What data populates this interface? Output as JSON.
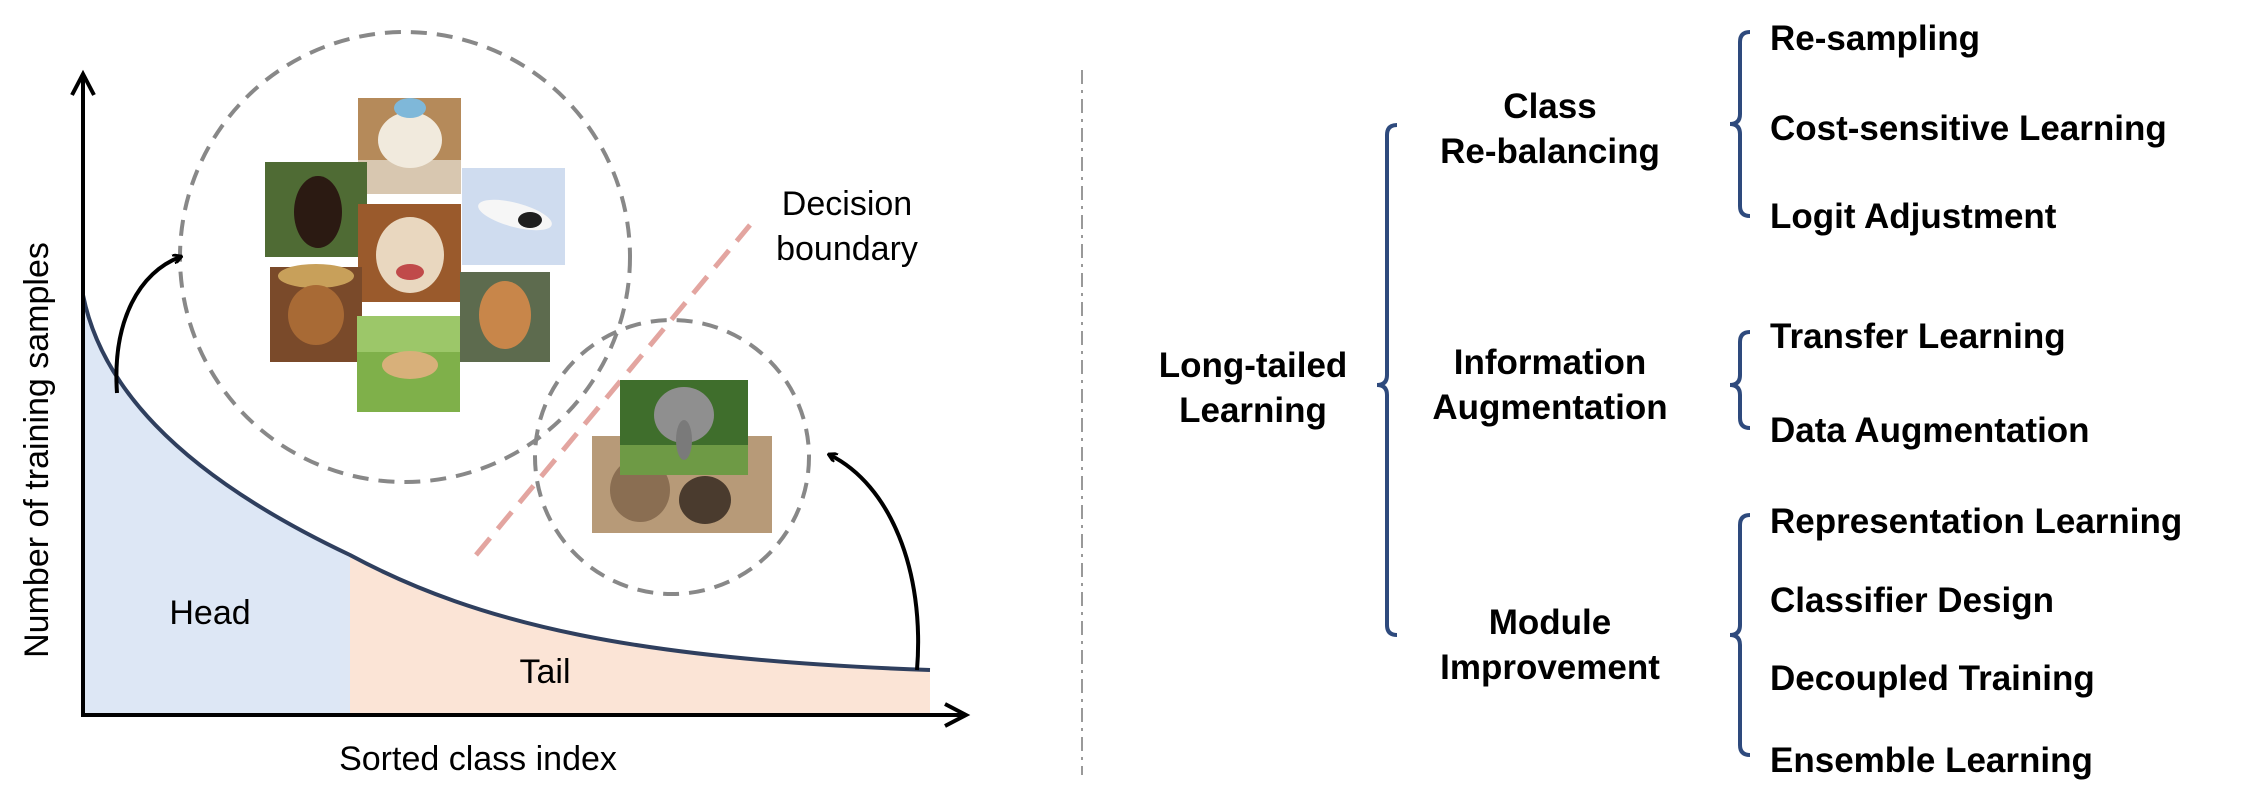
{
  "left_panel": {
    "y_axis_label": "Number of training samples",
    "x_axis_label": "Sorted class index",
    "head_label": "Head",
    "tail_label": "Tail",
    "decision_boundary_line1": "Decision",
    "decision_boundary_line2": "boundary",
    "colors": {
      "head_fill": "#dde7f5",
      "tail_fill": "#fbe4d6",
      "curve": "#2f3f5e",
      "boundary": "#e3a5a0",
      "circle": "#888888"
    },
    "head_images": [
      "dog-photo",
      "dog-photo",
      "dog-photo",
      "dog-photo",
      "dog-photo",
      "dog-photo",
      "dog-photo"
    ],
    "tail_images": [
      "elephant-photo",
      "elephant-photo"
    ]
  },
  "taxonomy": {
    "root_line1": "Long-tailed",
    "root_line2": "Learning",
    "bracket_color": "#2e4a7d",
    "groups": [
      {
        "label_line1": "Class",
        "label_line2": "Re-balancing",
        "items": [
          "Re-sampling",
          "Cost-sensitive Learning",
          "Logit Adjustment"
        ]
      },
      {
        "label_line1": "Information",
        "label_line2": "Augmentation",
        "items": [
          "Transfer Learning",
          "Data Augmentation"
        ]
      },
      {
        "label_line1": "Module",
        "label_line2": "Improvement",
        "items": [
          "Representation Learning",
          "Classifier Design",
          "Decoupled Training",
          "Ensemble Learning"
        ]
      }
    ]
  }
}
